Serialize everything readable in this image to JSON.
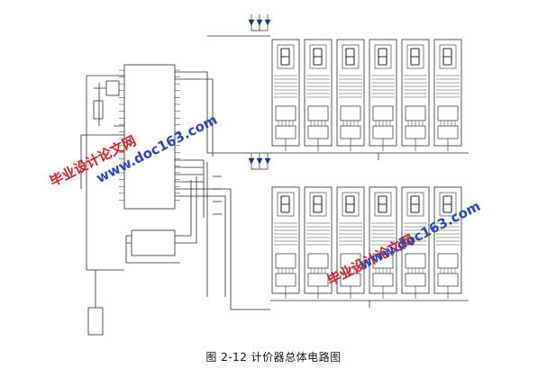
{
  "caption": "图 2-12 计价器总体电路图",
  "watermark": {
    "cn": "毕业设计论文网",
    "url": "www.doc163.com"
  },
  "colors": {
    "wire": "#2a2a2a",
    "diode": "#1a3a9a",
    "watermark_cn": "#d8202a",
    "watermark_url": "#2b46b8"
  },
  "display_banks": [
    {
      "name": "upper",
      "digits": 6
    },
    {
      "name": "lower",
      "digits": 6
    }
  ]
}
